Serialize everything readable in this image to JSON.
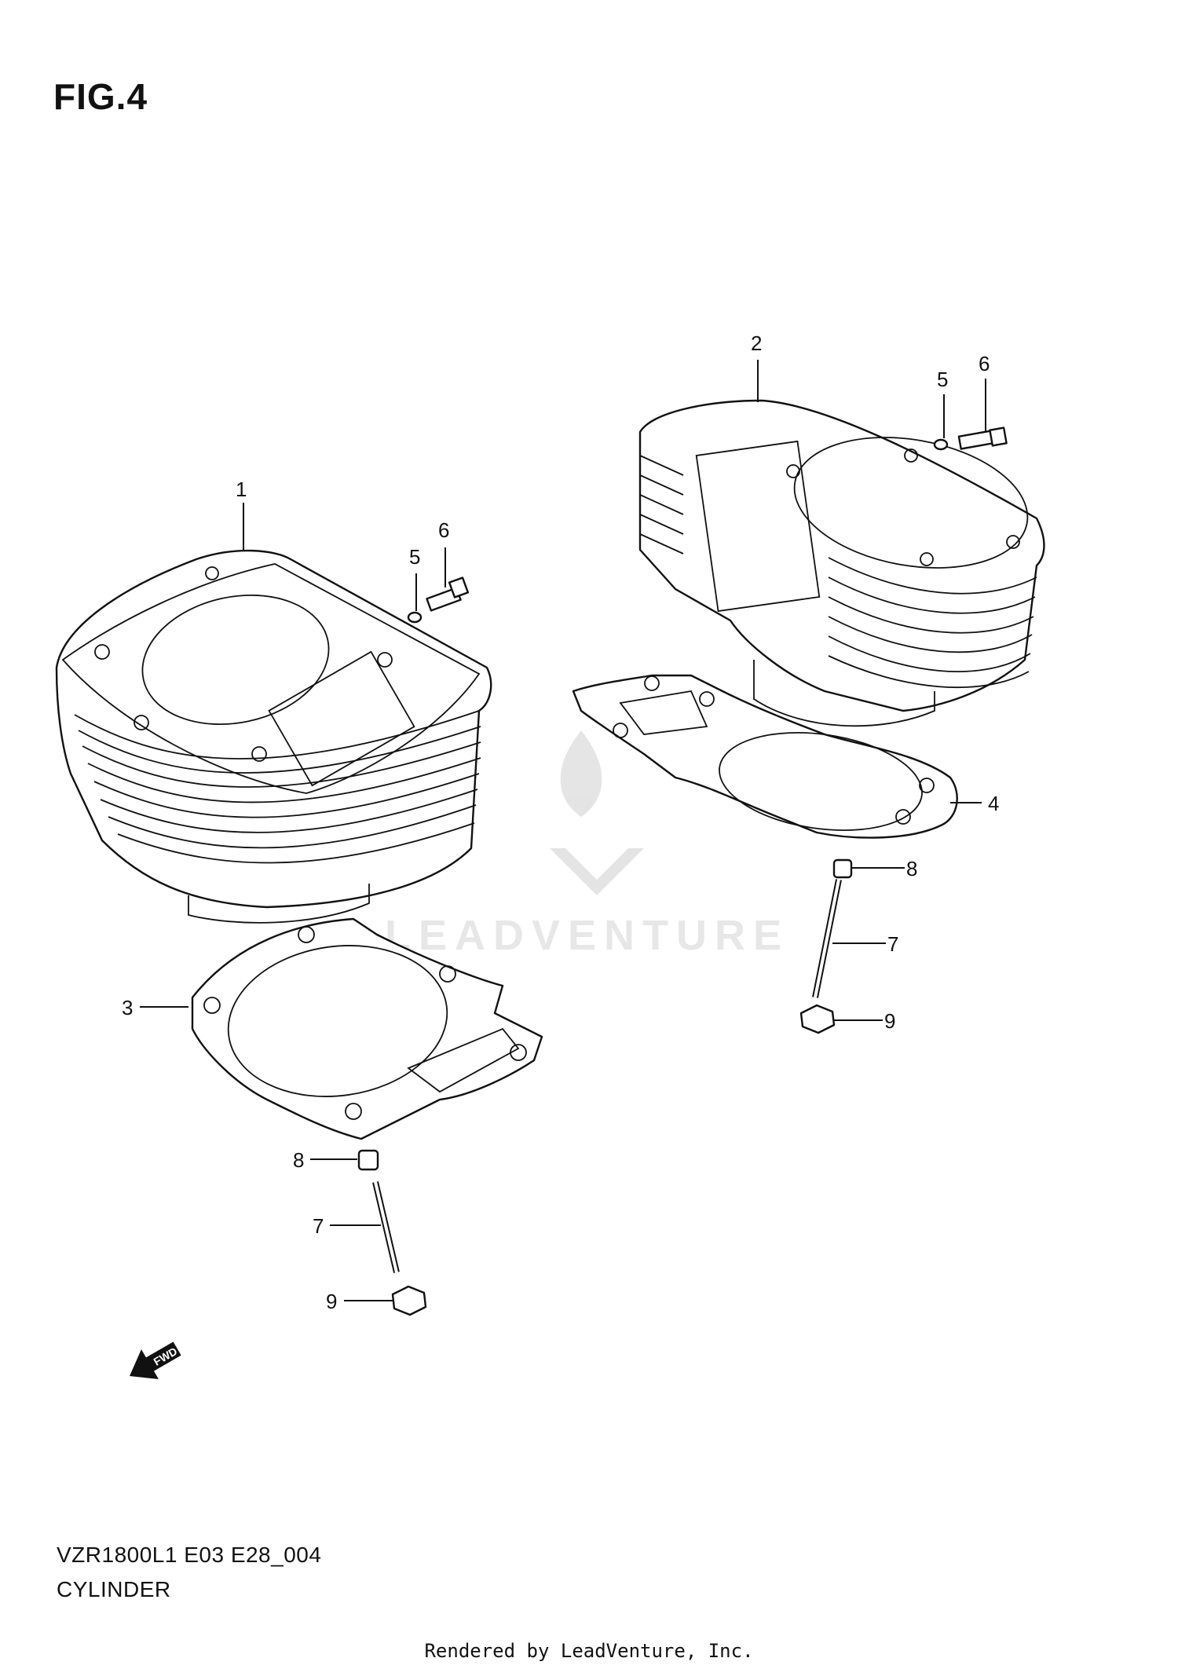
{
  "figure": {
    "title": "FIG.4",
    "model_code": "VZR1800L1 E03 E28_004",
    "section_name": "CYLINDER",
    "credit": "Rendered by LeadVenture, Inc.",
    "watermark": "LEADVENTURE",
    "fwd_label": "FWD"
  },
  "callouts": [
    {
      "id": "c1",
      "label": "1"
    },
    {
      "id": "c2",
      "label": "2"
    },
    {
      "id": "c3",
      "label": "3"
    },
    {
      "id": "c4",
      "label": "4"
    },
    {
      "id": "c5a",
      "label": "5"
    },
    {
      "id": "c6a",
      "label": "6"
    },
    {
      "id": "c5b",
      "label": "5"
    },
    {
      "id": "c6b",
      "label": "6"
    },
    {
      "id": "c7a",
      "label": "7"
    },
    {
      "id": "c8a",
      "label": "8"
    },
    {
      "id": "c9a",
      "label": "9"
    },
    {
      "id": "c7b",
      "label": "7"
    },
    {
      "id": "c8b",
      "label": "8"
    },
    {
      "id": "c9b",
      "label": "9"
    }
  ]
}
